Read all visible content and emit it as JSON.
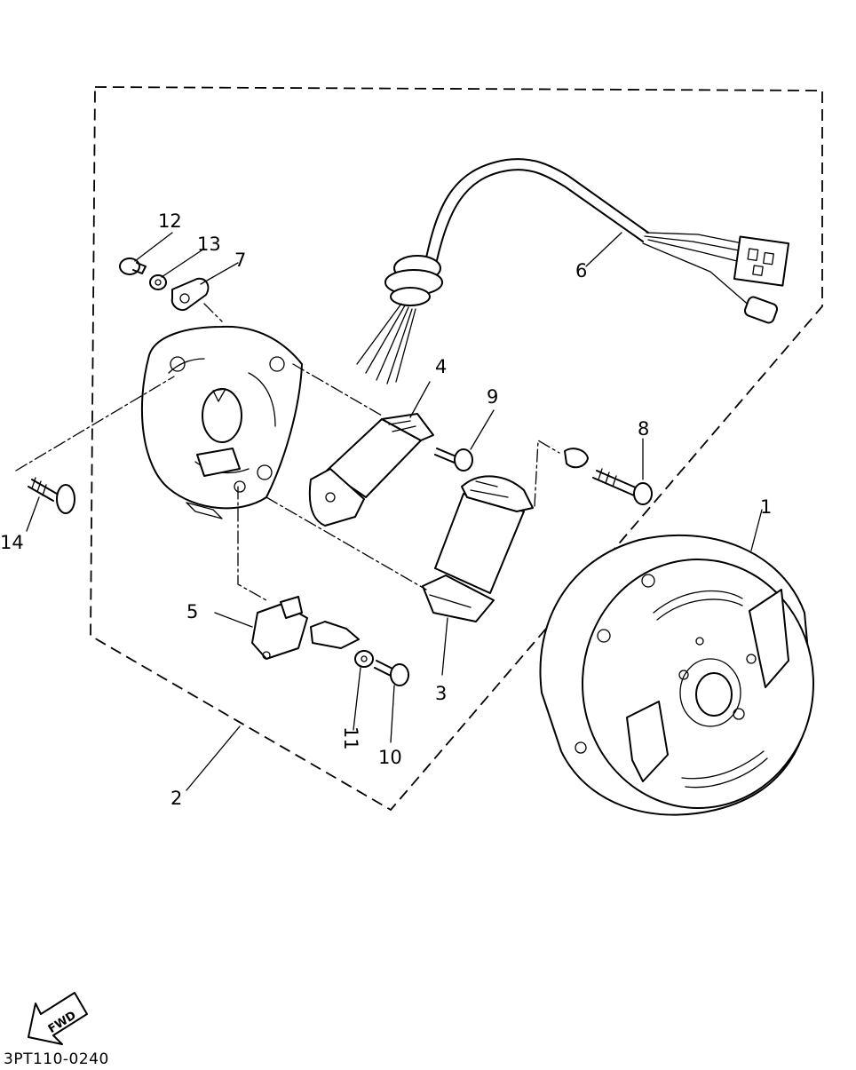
{
  "diagram": {
    "drawing_code": "3PT110-0240",
    "fwd_label": "FWD",
    "callouts": {
      "c1": "1",
      "c2": "2",
      "c3": "3",
      "c4": "4",
      "c5": "5",
      "c6": "6",
      "c7": "7",
      "c8": "8",
      "c9": "9",
      "c10": "10",
      "c11": "11",
      "c12": "12",
      "c13": "13",
      "c14": "14"
    }
  }
}
